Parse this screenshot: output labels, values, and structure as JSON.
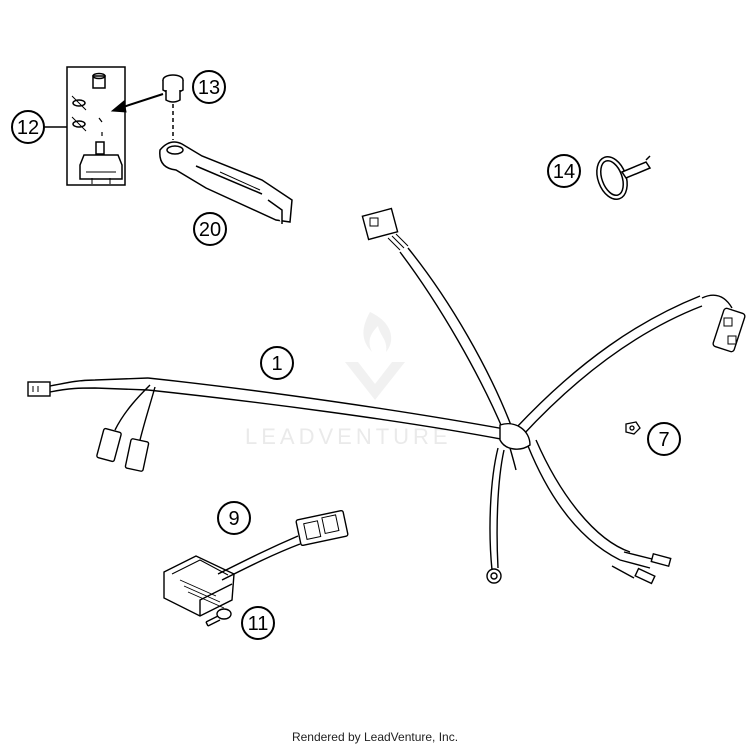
{
  "diagram": {
    "callouts": {
      "c1": "1",
      "c7": "7",
      "c9": "9",
      "c11": "11",
      "c12": "12",
      "c13": "13",
      "c14": "14",
      "c20": "20"
    },
    "watermark": "LEADVENTURE"
  },
  "footer": {
    "text": "Rendered by LeadVenture, Inc."
  }
}
